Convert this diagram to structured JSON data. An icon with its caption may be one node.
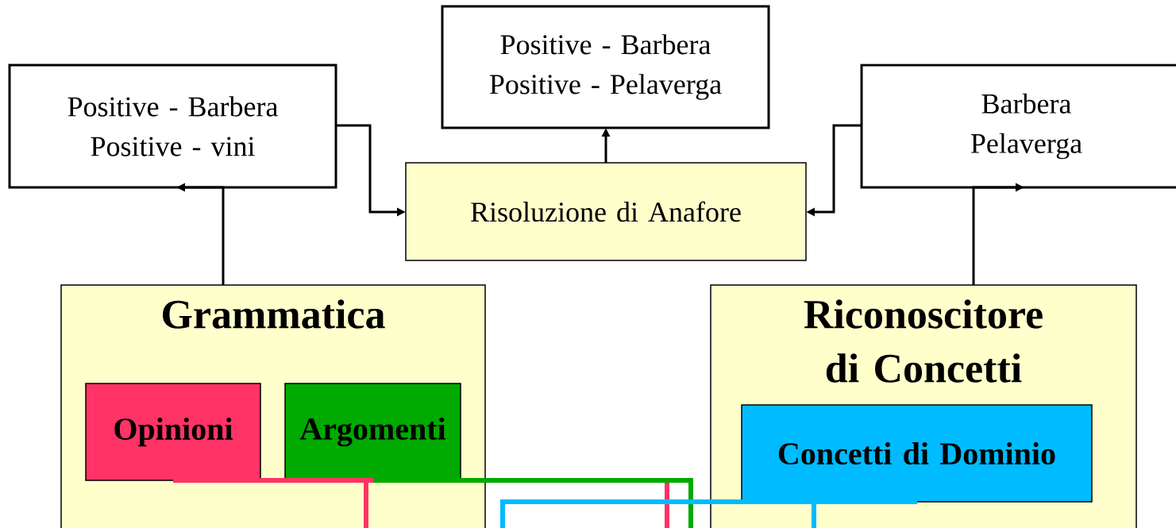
{
  "diagram": {
    "nodes": [
      {
        "text": [
          "Positive - Barbera Positive - vini"
        ]
      },
      {
        "text": [
          "Positive - Barbera Positive - Pelaverga"
        ]
      },
      {
        "text": [
          "Barbera Pelaverga"
        ]
      },
      {
        "text": [
          "Risoluzione di Anafore"
        ]
      },
      {
        "text": [
          "Grammatica"
        ]
      },
      {
        "text": [
          "Opinioni"
        ],
        "in": 4
      },
      {
        "text": [
          "Argomenti"
        ],
        "in": 4
      },
      {
        "text": [
          "Riconoscitore di Concetti"
        ]
      },
      {
        "text": [
          "Concetti di Dominio"
        ],
        "in": 7
      }
    ],
    "edges": [
      {
        "from": 4,
        "to": 0,
        "arrow": "to"
      },
      {
        "from": 0,
        "to": 3,
        "arrow": "to"
      },
      {
        "from": 3,
        "to": 1,
        "arrow": "to"
      },
      {
        "from": 2,
        "to": 3,
        "arrow": "to"
      },
      {
        "from": 7,
        "to": 2,
        "arrow": "to"
      },
      {
        "from": 5,
        "to": null,
        "arrow": "none",
        "style": "thick",
        "color": "#ff3366"
      },
      {
        "from": 5,
        "to": null,
        "arrow": "none",
        "style": "thick",
        "color": "#ff3366"
      },
      {
        "from": 6,
        "to": null,
        "arrow": "none",
        "style": "thick",
        "color": "#00aa00"
      },
      {
        "from": 8,
        "to": null,
        "arrow": "none",
        "style": "thick",
        "color": "#00bbff"
      },
      {
        "from": 8,
        "to": null,
        "arrow": "none",
        "style": "thick",
        "color": "#00bbff"
      }
    ]
  }
}
